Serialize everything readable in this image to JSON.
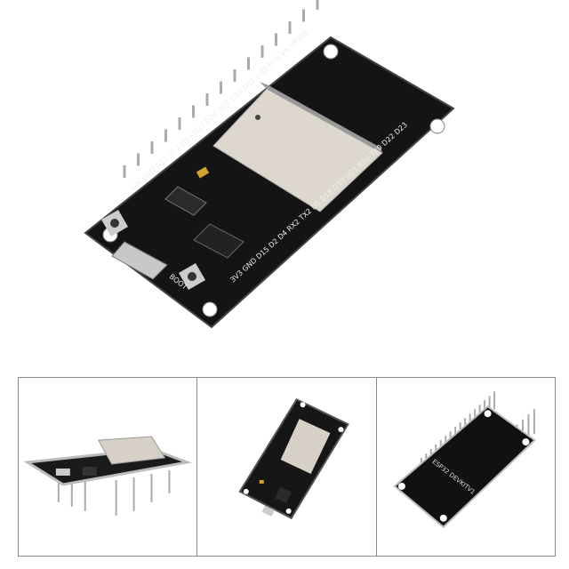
{
  "product": {
    "board_silkscreen": {
      "top_row_pins": "VIN GND D13 D12 D14 D27 D26 D25 D33 D32 D35 D34 VN VP EN",
      "bottom_row_pins": "3V3 GND D15 D2 D4 RX2 TX2 D5 D18 D19 D21 RX0 TX0 D22 D23",
      "button_label": "BOOT",
      "back_label": "ESP32 DEVKITV1"
    },
    "colors": {
      "pcb": "#111111",
      "module": "#d8d2c8",
      "pins": "#b8b8b8",
      "frame": "#8a8a8a"
    }
  },
  "thumbnails": [
    {
      "view": "side-angle"
    },
    {
      "view": "top"
    },
    {
      "view": "back"
    }
  ]
}
